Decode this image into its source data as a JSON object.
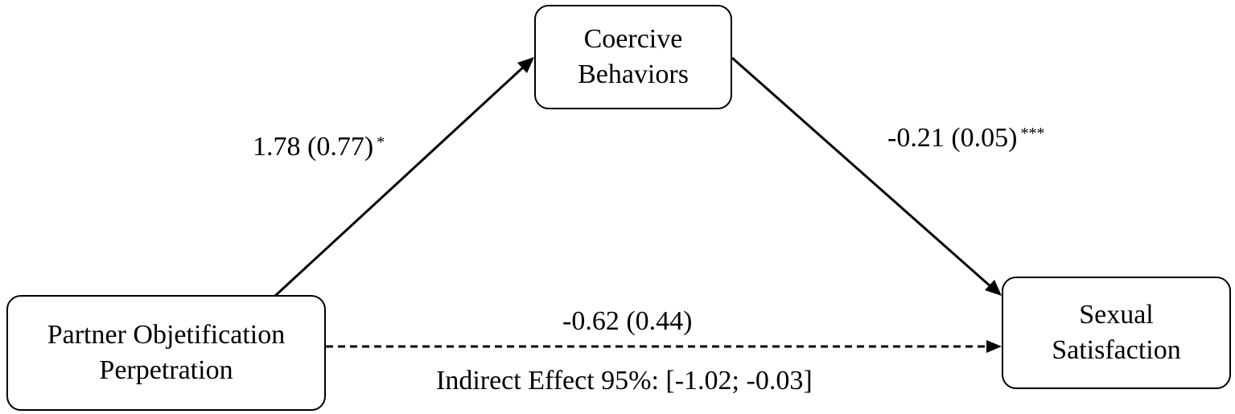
{
  "nodes": {
    "predictor": "Partner Objetification\nPerpetration",
    "mediator": "Coercive\nBehaviors",
    "outcome": "Sexual\nSatisfaction"
  },
  "paths": {
    "a": {
      "estimate": "1.78 (0.77)",
      "significance": "*"
    },
    "b": {
      "estimate": "-0.21 (0.05)",
      "significance": "***"
    },
    "c_prime": {
      "estimate": "-0.62 (0.44)",
      "significance": ""
    }
  },
  "indirect_effect": "Indirect Effect 95%: [-1.02; -0.03]",
  "colors": {
    "stroke": "#000000",
    "background": "#ffffff"
  }
}
